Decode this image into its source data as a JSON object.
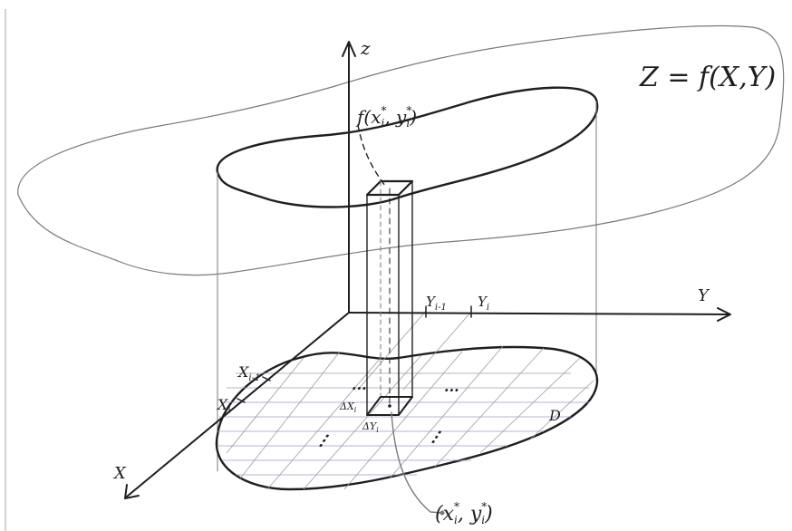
{
  "labels": {
    "z_axis": "z",
    "y_axis": "Y",
    "x_axis": "X",
    "surface_equation": "Z = f(X,Y)",
    "height_value": "f(x",
    "height_star": "*",
    "height_i": "i",
    "height_mid": ", y",
    "height_star2": "*",
    "height_i2": "i",
    "height_close": ")",
    "region": "D",
    "sample_point_open": "(x",
    "sample_point_star": "*",
    "sample_point_i": "i",
    "sample_point_mid": ", y",
    "sample_point_star2": "*",
    "sample_point_i2": "i",
    "sample_point_close": ")",
    "y_tick_prev": "Y",
    "y_tick_prev_sub": "i-1",
    "y_tick_curr": "Y",
    "y_tick_curr_sub": "i",
    "x_tick_prev": "X",
    "x_tick_prev_sub": "i-1",
    "x_tick_curr": "X",
    "x_tick_curr_sub": "i",
    "delta_x": "ΔX",
    "delta_x_sub": "i",
    "delta_y": "ΔY",
    "delta_y_sub": "i",
    "dots_1": "...",
    "dots_2": "...",
    "dots_3": "⋮",
    "dots_4": "⋮"
  },
  "colors": {
    "ink": "#1f1f1f",
    "pencil": "#7a7a7a",
    "grid": "#9d9dc0"
  }
}
